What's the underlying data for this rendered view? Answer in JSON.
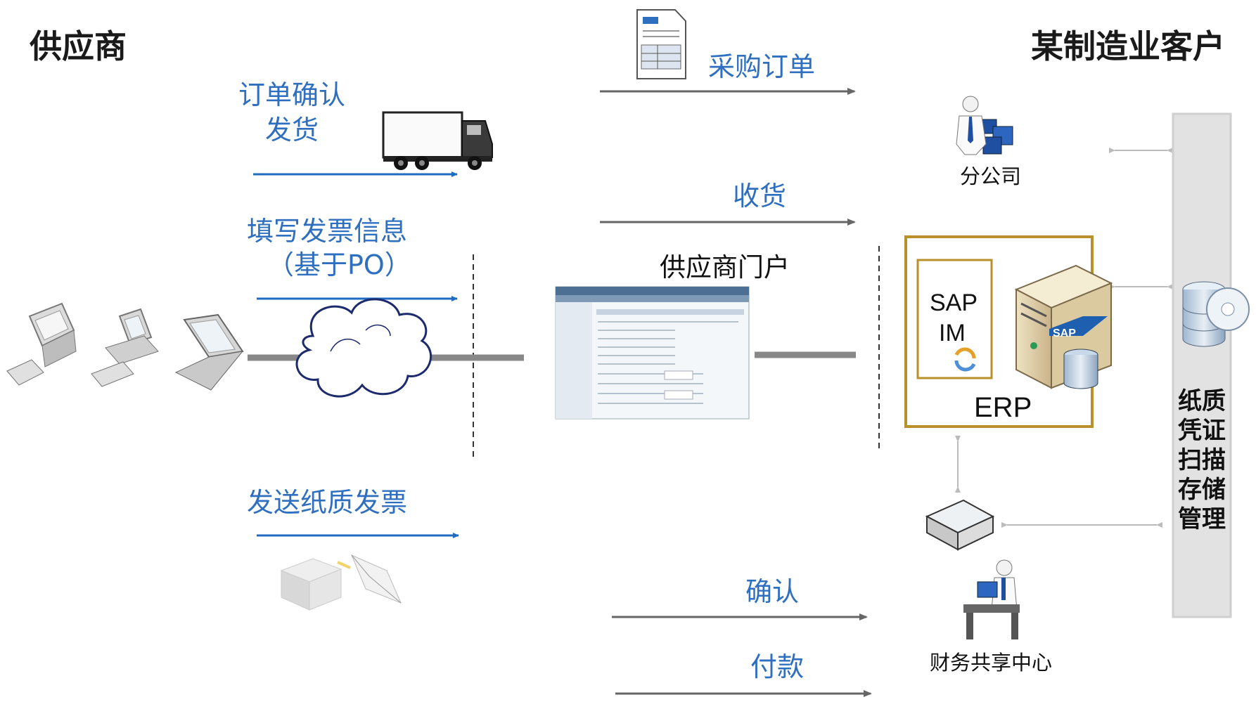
{
  "supplier": {
    "title": "供应商"
  },
  "customer": {
    "title": "某制造业客户"
  },
  "flows": {
    "order_confirm": "订单确认",
    "ship": "发货",
    "invoice_info": "填写发票信息",
    "invoice_basis": "（基于PO）",
    "send_paper": "发送纸质发票",
    "purchase_order": "采购订单",
    "receive_goods": "收货",
    "confirm": "确认",
    "payment": "付款"
  },
  "portal": {
    "label": "供应商门户"
  },
  "branch": {
    "label": "分公司"
  },
  "erp": {
    "sap": "SAP",
    "im": "IM",
    "label": "ERP",
    "server_logo": "SAP"
  },
  "finance": {
    "label": "财务共享中心"
  },
  "archive": {
    "label": "纸质凭证扫描存储管理"
  },
  "colors": {
    "flow_text": "#2f6fc0",
    "arrow_blue": "#1f6bc0",
    "arrow_gray": "#666666",
    "erp_border": "#b8912a"
  },
  "icons": [
    "computer-icon",
    "desktop-icon",
    "laptop-icon",
    "cloud-icon",
    "truck-icon",
    "document-icon",
    "portal-screenshot",
    "person-icon",
    "server-icon",
    "database-icon",
    "scanner-icon",
    "workstation-icon",
    "printer-icon",
    "envelope-icon"
  ]
}
